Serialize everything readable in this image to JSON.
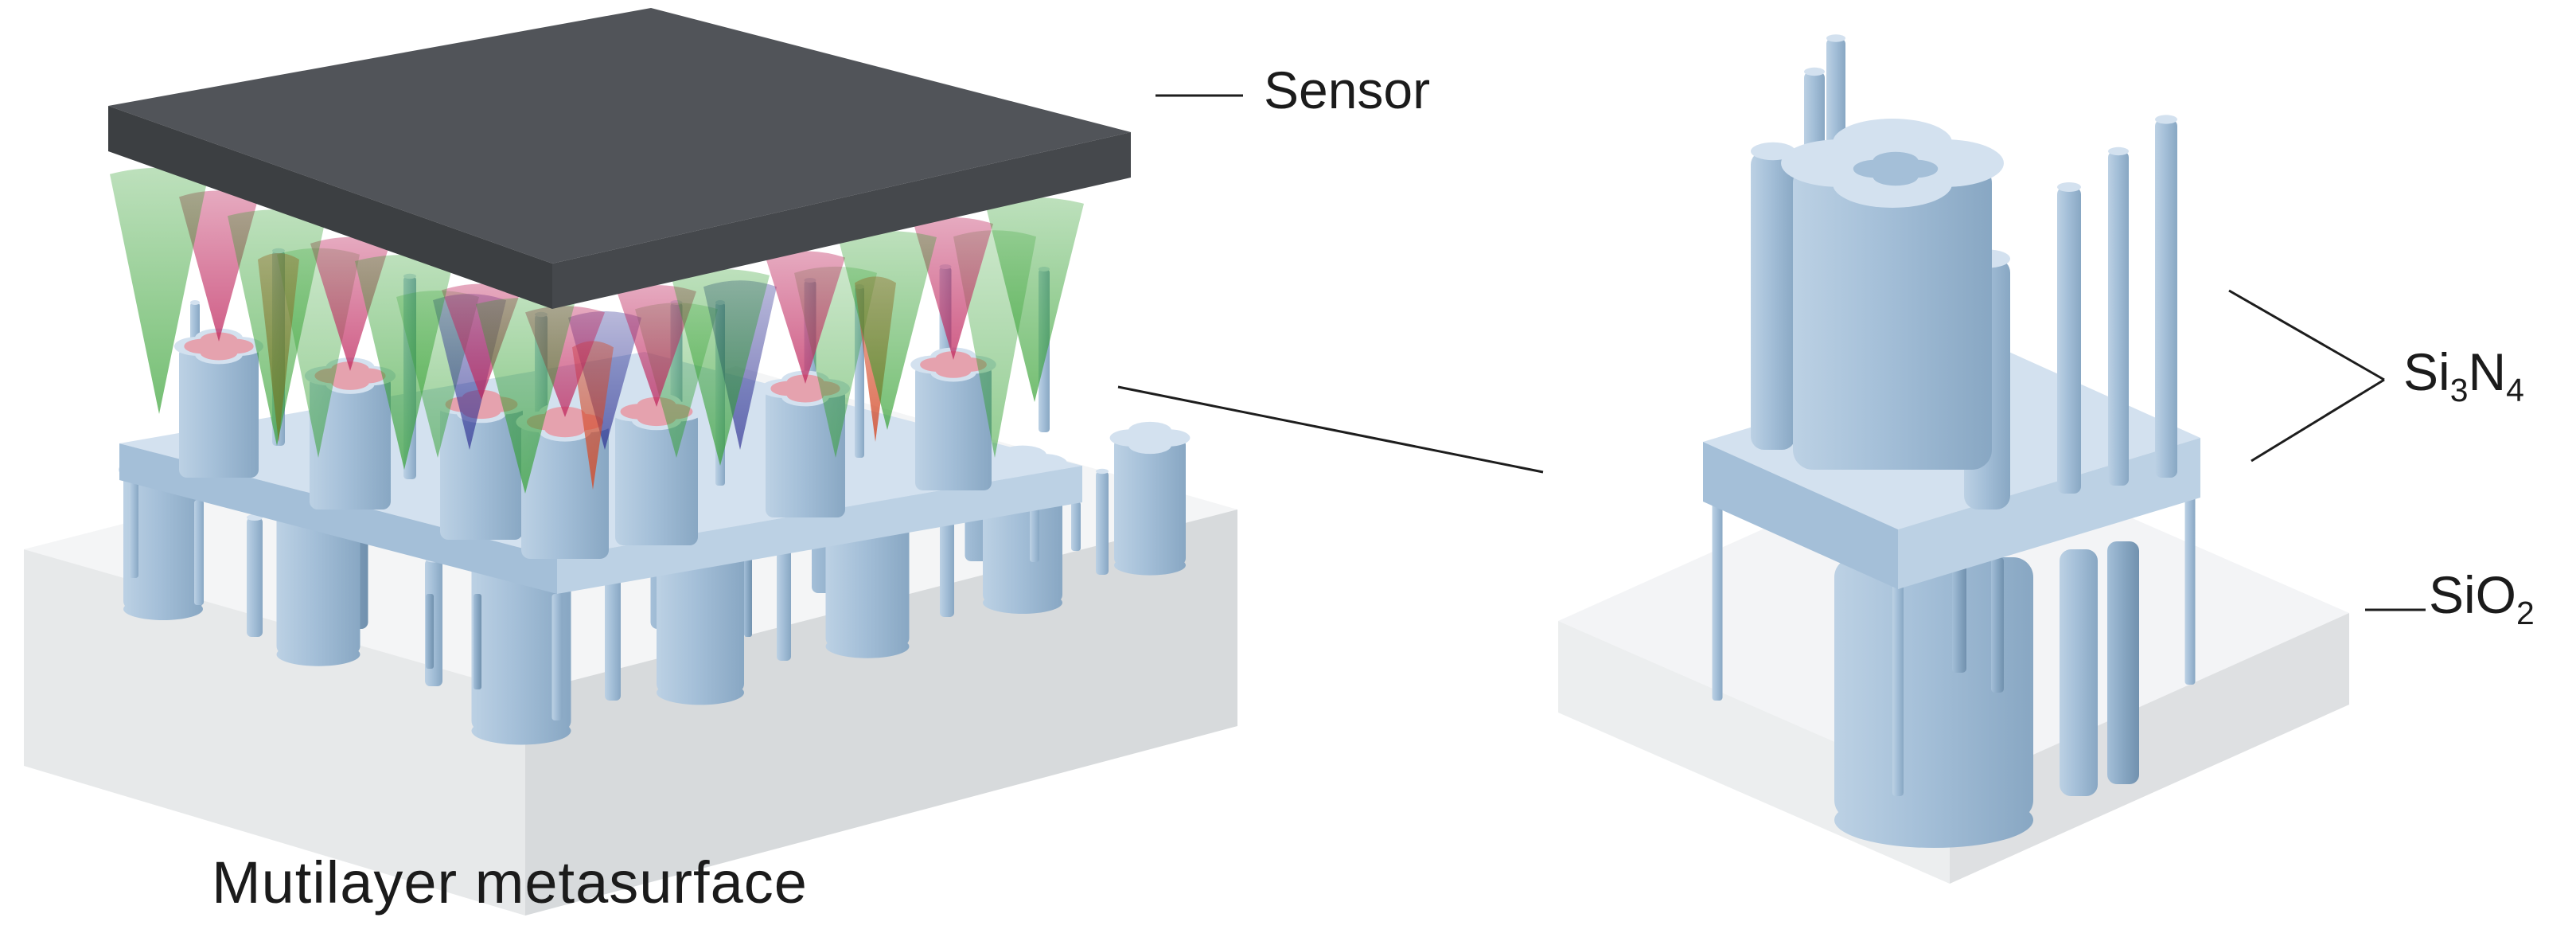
{
  "figure": {
    "background": "#ffffff",
    "labels": {
      "sensor": "Sensor",
      "si3n4_main1": "Si",
      "si3n4_sub1": "3",
      "si3n4_main2": "N",
      "si3n4_sub2": "4",
      "sio2_main": "SiO",
      "sio2_sub": "2",
      "caption": "Mutilayer metasurface"
    },
    "colors": {
      "text": "#1b1b1b",
      "leader_line": "#1d1d1d",
      "sensor_top": "#515459",
      "sensor_side_left": "#3c3f42",
      "sensor_side_right": "#45484c",
      "nitride_top": "#d3e1ef",
      "nitride_light": "#bcd1e4",
      "nitride_mid": "#a4bfd8",
      "nitride_shadow": "#88a7c3",
      "nitride_dark": "#7191ae",
      "substrate_top": "#f4f5f6",
      "substrate_left": "#e7e9ea",
      "substrate_right": "#d7dadc",
      "substrate2_top": "#f3f4f6",
      "substrate2_left": "#eceeef",
      "substrate2_right": "#dee0e2",
      "cone_green": "#2f9e2c",
      "cone_crimson": "#c02a60",
      "cone_red": "#d44a28",
      "cone_navy": "#26288e",
      "pillar_top_glow": "#e5a2ae"
    }
  }
}
